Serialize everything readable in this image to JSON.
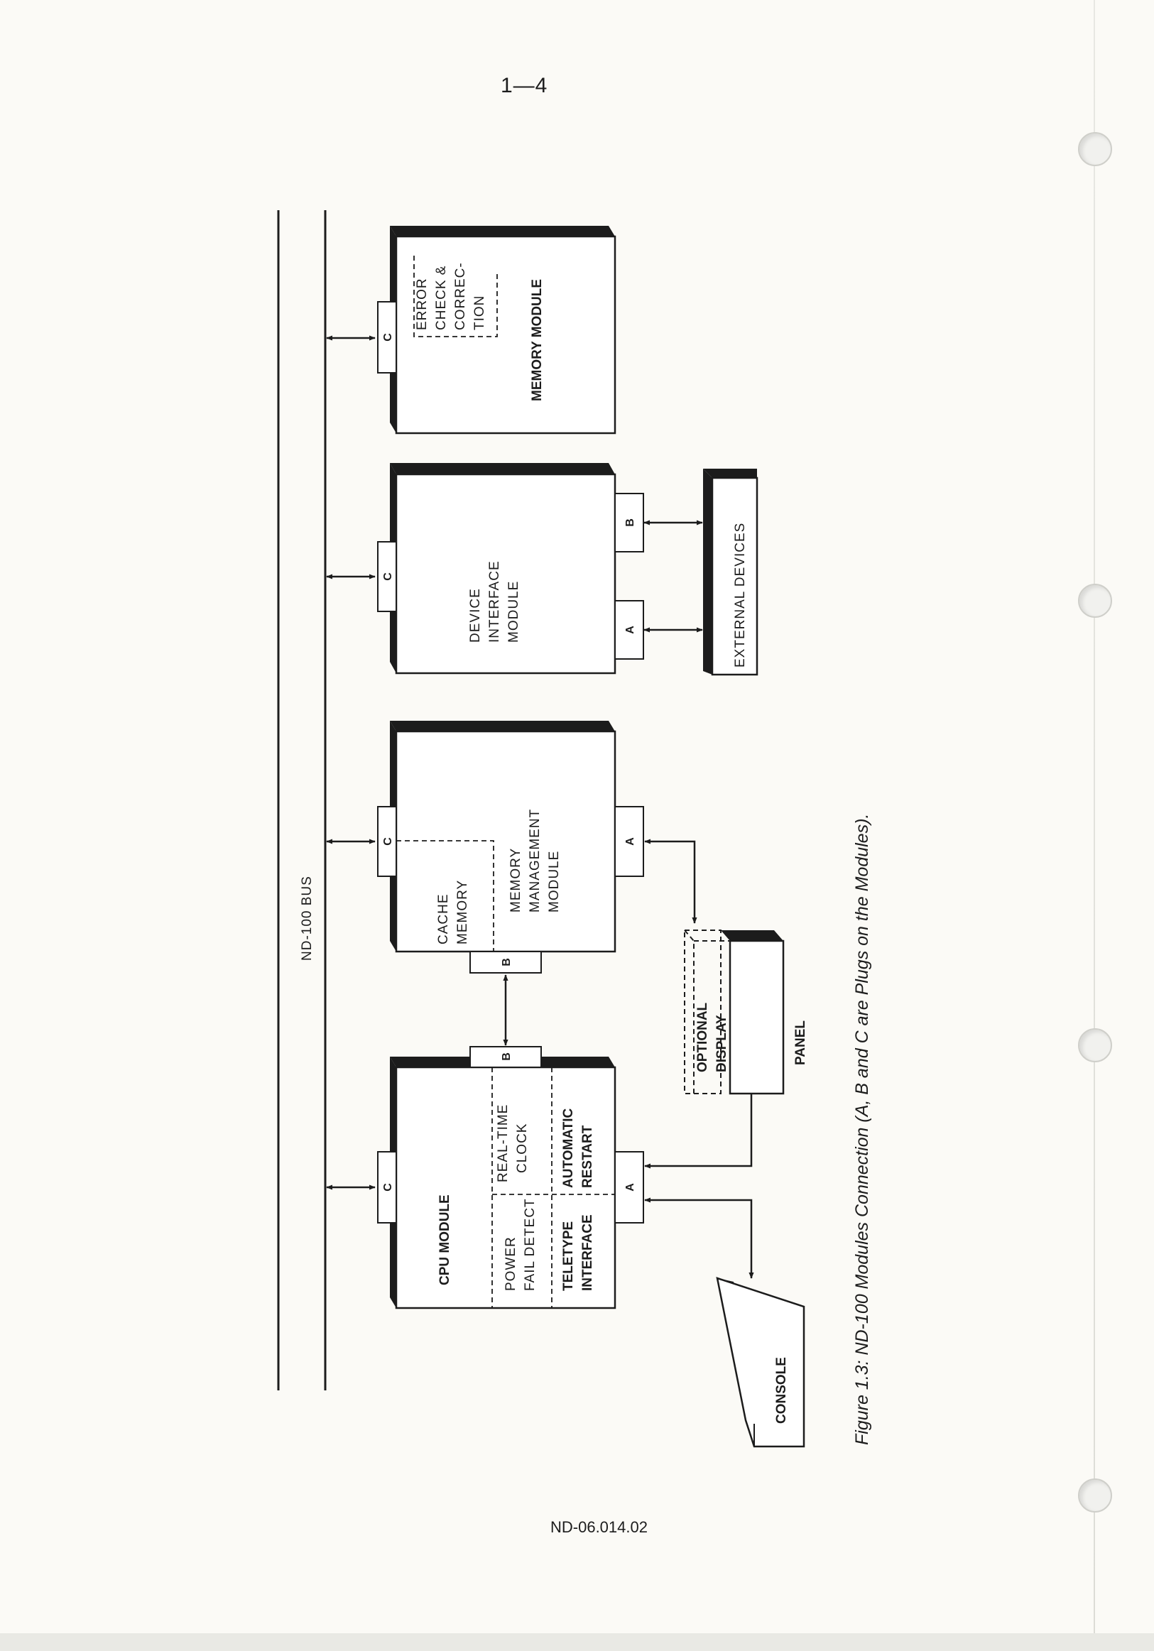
{
  "page": {
    "number": "1—4",
    "doc_number": "ND-06.014.02"
  },
  "bus": {
    "label": "ND-100 BUS"
  },
  "modules": {
    "cpu": {
      "title": "CPU MODULE",
      "power_fail": [
        "POWER",
        "FAIL DETECT"
      ],
      "real_time_clock": [
        "REAL-TIME",
        "CLOCK"
      ],
      "teletype": [
        "TELETYPE",
        "INTERFACE"
      ],
      "auto_restart": [
        "AUTOMATIC",
        "RESTART"
      ],
      "plugs": {
        "c": "C",
        "b": "B",
        "a": "A"
      }
    },
    "mmm": {
      "cache": [
        "CACHE",
        "MEMORY"
      ],
      "title": [
        "MEMORY",
        "MANAGEMENT",
        "MODULE"
      ],
      "plugs": {
        "c": "C",
        "b": "B",
        "a": "A"
      }
    },
    "dim": {
      "title": [
        "DEVICE",
        "INTERFACE",
        "MODULE"
      ],
      "plugs": {
        "c": "C",
        "a": "A",
        "b": "B"
      }
    },
    "mem": {
      "title": "MEMORY MODULE",
      "ecc": [
        "ERROR",
        "CHECK &",
        "CORREC-",
        "TION"
      ],
      "plugs": {
        "c": "C"
      }
    }
  },
  "peripherals": {
    "console": "CONSOLE",
    "panel": "PANEL",
    "optional_display": [
      "OPTIONAL",
      "DISPLAY"
    ],
    "external_devices": "EXTERNAL DEVICES"
  },
  "caption": "Figure 1.3:   ND-100 Modules Connection (A, B and C are Plugs on the Modules)."
}
